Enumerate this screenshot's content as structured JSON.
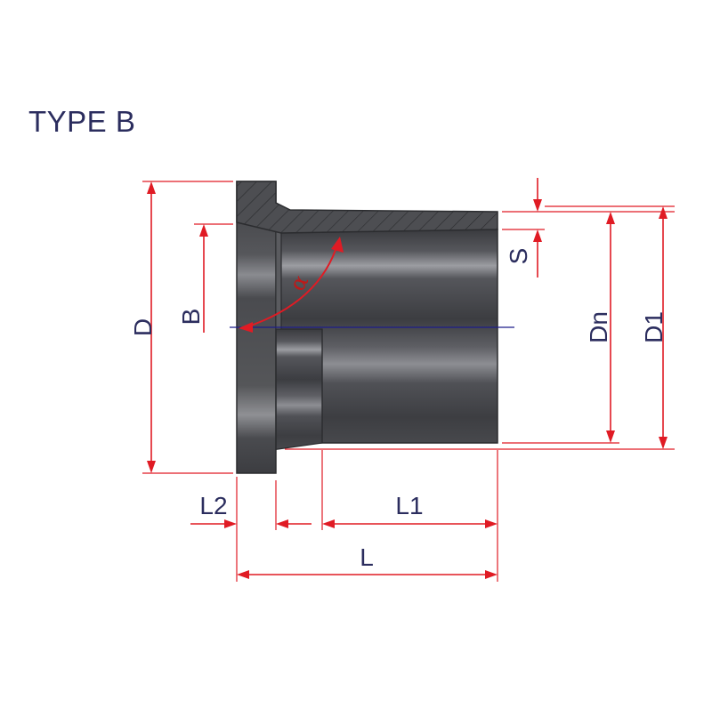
{
  "title": "TYPE B",
  "labels": {
    "D": "D",
    "B": "B",
    "alpha": "α",
    "S": "S",
    "Dn": "Dn",
    "D1": "D1",
    "L2": "L2",
    "L1": "L1",
    "L": "L"
  },
  "colors": {
    "dimension": "#e01b24",
    "body": "#4d4e52",
    "text": "#2b2d5e",
    "axis": "#1c1c8a"
  }
}
